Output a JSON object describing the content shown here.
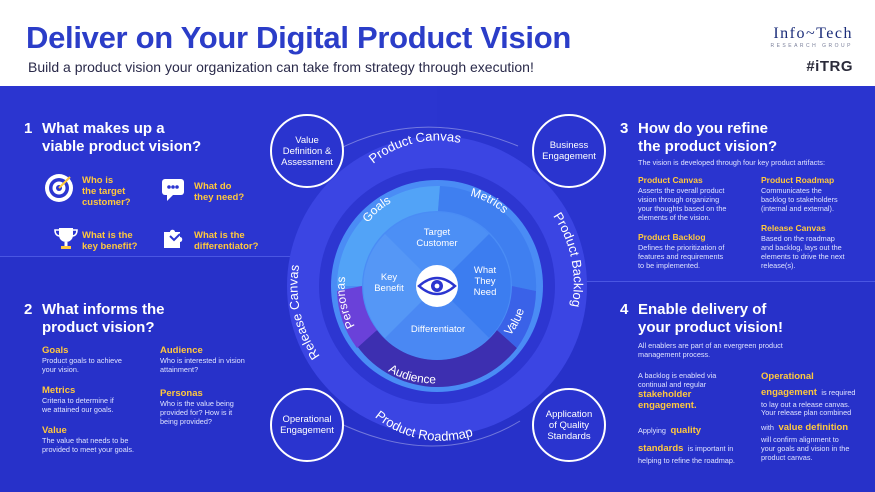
{
  "header": {
    "title": "Deliver on Your Digital Product Vision",
    "subtitle": "Build a product vision your organization can take from strategy through execution!",
    "brand_name": "Info~Tech",
    "brand_sub": "RESEARCH GROUP",
    "brand_itrg": "#iTRG"
  },
  "section1": {
    "number": "1",
    "title_line1": "What makes up a",
    "title_line2": "viable product vision?",
    "items": [
      {
        "line1": "Who is",
        "line2": "the target",
        "line3": "customer?"
      },
      {
        "line1": "What do",
        "line2": "they need?"
      },
      {
        "line1": "What is the",
        "line2": "key benefit?"
      },
      {
        "line1": "What is the",
        "line2": "differentiator?"
      }
    ]
  },
  "section2": {
    "number": "2",
    "title_line1": "What informs the",
    "title_line2": "product vision?",
    "items": [
      {
        "label": "Goals",
        "desc1": "Product goals to achieve",
        "desc2": "your vision."
      },
      {
        "label": "Metrics",
        "desc1": "Criteria to determine if",
        "desc2": "we attained our goals."
      },
      {
        "label": "Value",
        "desc1": "The value that needs to be",
        "desc2": "provided to meet your goals."
      },
      {
        "label": "Audience",
        "desc1": "Who is interested in vision",
        "desc2": "attainment?"
      },
      {
        "label": "Personas",
        "desc1": "Who is the value being",
        "desc2": "provided for? How is it",
        "desc3": "being provided?"
      }
    ]
  },
  "section3": {
    "number": "3",
    "title_line1": "How do you refine",
    "title_line2": "the product vision?",
    "intro": "The vision is developed through four key product artifacts:",
    "items": [
      {
        "label": "Product Canvas",
        "desc": [
          "Asserts the overall product",
          "vision through organizing",
          "your thoughts based on the",
          "elements of the vision."
        ]
      },
      {
        "label": "Product Backlog",
        "desc": [
          "Defines the prioritization of",
          "features and requirements",
          "to be implemented."
        ]
      },
      {
        "label": "Product Roadmap",
        "desc": [
          "Communicates the",
          "backlog to stakeholders",
          "(internal and external)."
        ]
      },
      {
        "label": "Release Canvas",
        "desc": [
          "Based on the roadmap",
          "and backlog, lays out the",
          "elements to drive the next",
          "release(s)."
        ]
      }
    ]
  },
  "section4": {
    "number": "4",
    "title_line1": "Enable delivery of",
    "title_line2": "your product vision!",
    "intro1": "All enablers are part of an evergreen product",
    "intro2": "management process.",
    "left": {
      "p1a": "A backlog is enabled via",
      "p1b": "continual and regular",
      "p1c": "stakeholder",
      "p1d": "engagement.",
      "p2a": "Applying",
      "p2b": "quality",
      "p2c": "standards",
      "p2d": "is important in",
      "p2e": "helping to refine the roadmap."
    },
    "right": {
      "p1a": "Operational",
      "p1b": "engagement",
      "p1c": "is required",
      "p1d": "to lay out a release canvas.",
      "p2a": "Your release plan combined",
      "p2b": "with",
      "p2c": "value definition",
      "p2d": "will confirm alignment to",
      "p2e": "your goals and vision in the",
      "p2f": "product canvas."
    }
  },
  "diagram": {
    "corners": {
      "tl": [
        "Value",
        "Definition &",
        "Assessment"
      ],
      "tr": [
        "Business",
        "Engagement"
      ],
      "bl": [
        "Operational",
        "Engagement"
      ],
      "br": [
        "Application",
        "of Quality",
        "Standards"
      ]
    },
    "outer_ring": {
      "top": "Product Canvas",
      "right": "Product Backlog",
      "bottom": "Product Roadmap",
      "left": "Release Canvas"
    },
    "middle_ring": {
      "goals": "Goals",
      "metrics": "Metrics",
      "value": "Value",
      "audience": "Audience",
      "personas": "Personas"
    },
    "inner": {
      "top": [
        "Target",
        "Customer"
      ],
      "right": [
        "What",
        "They",
        "Need"
      ],
      "bottom": [
        "Differentiator"
      ],
      "left": [
        "Key",
        "Benefit"
      ]
    }
  },
  "colors": {
    "accent_blue": "#2b3dc8",
    "background_blue": "#2f37d6",
    "highlight_yellow": "#ffc83d"
  }
}
